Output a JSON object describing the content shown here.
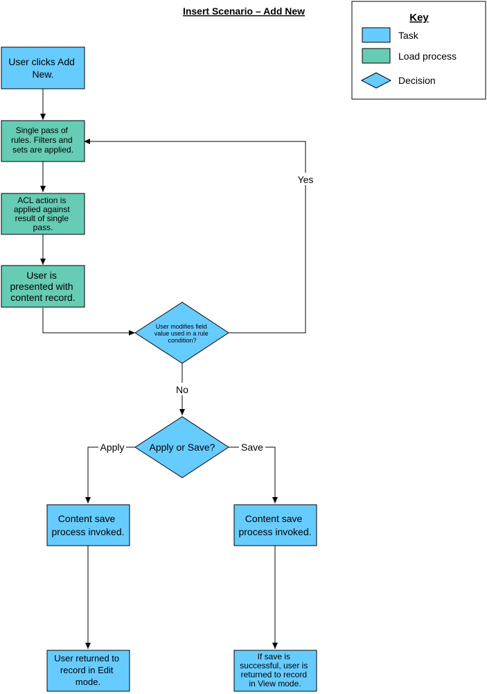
{
  "title": "Insert Scenario – Add New",
  "colors": {
    "task": "#66ccff",
    "load_process": "#66ccb3",
    "decision": "#66ccff",
    "line": "#000000"
  },
  "key": {
    "title": "Key",
    "items": [
      {
        "label": "Task",
        "shape": "rectangle"
      },
      {
        "label": "Load process",
        "shape": "rectangle"
      },
      {
        "label": "Decision",
        "shape": "diamond"
      }
    ]
  },
  "nodes": {
    "add_new": {
      "lines": [
        "User clicks Add",
        "New."
      ],
      "type": "task"
    },
    "single_pass": {
      "lines": [
        "Single pass of",
        "rules. Filters and",
        "sets are applied."
      ],
      "type": "load_process"
    },
    "acl": {
      "lines": [
        "ACL action is",
        "applied against",
        "result of single",
        "pass."
      ],
      "type": "load_process"
    },
    "presented": {
      "lines": [
        "User is",
        "presented with",
        "content record."
      ],
      "type": "load_process"
    },
    "modifies": {
      "lines": [
        "User modifies field",
        "value used in a rule",
        "condition?"
      ],
      "type": "decision"
    },
    "apply_or_save": {
      "lines": [
        "Apply or Save?"
      ],
      "type": "decision"
    },
    "save_left": {
      "lines": [
        "Content save",
        "process invoked."
      ],
      "type": "task"
    },
    "save_right": {
      "lines": [
        "Content save",
        "process invoked."
      ],
      "type": "task"
    },
    "edit_mode": {
      "lines": [
        "User returned to",
        "record in Edit",
        "mode."
      ],
      "type": "task"
    },
    "view_mode": {
      "lines": [
        "If save is",
        "successful, user is",
        "returned to record",
        "in View mode."
      ],
      "type": "task"
    }
  },
  "edge_labels": {
    "yes": "Yes",
    "no": "No",
    "apply": "Apply",
    "save": "Save"
  }
}
